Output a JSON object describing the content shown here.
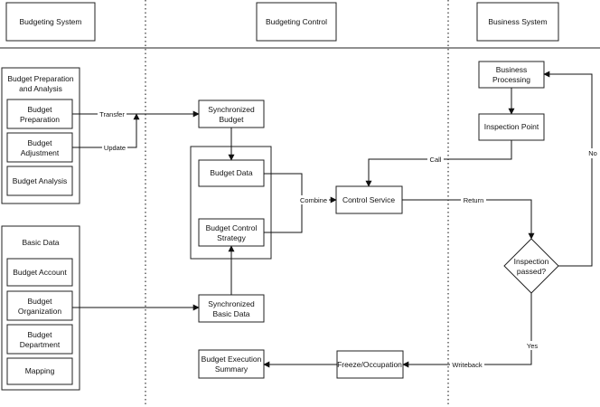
{
  "lanes": {
    "budgeting_system": "Budgeting System",
    "budgeting_control": "Budgeting Control",
    "business_system": "Business System"
  },
  "groups": {
    "prep_analysis": [
      "Budget Preparation",
      "and Analysis"
    ],
    "basic_data": "Basic Data"
  },
  "nodes": {
    "budget_preparation": [
      "Budget",
      "Preparation"
    ],
    "budget_adjustment": [
      "Budget",
      "Adjustment"
    ],
    "budget_analysis": "Budget Analysis",
    "budget_account": "Budget Account",
    "budget_organization": [
      "Budget",
      "Organization"
    ],
    "budget_department": [
      "Budget",
      "Department"
    ],
    "mapping": "Mapping",
    "synced_budget": [
      "Synchronized",
      "Budget"
    ],
    "budget_data": "Budget Data",
    "budget_control_strategy": [
      "Budget Control",
      "Strategy"
    ],
    "synced_basic_data": [
      "Synchronized",
      "Basic Data"
    ],
    "budget_execution_summary": [
      "Budget Execution",
      "Summary"
    ],
    "control_service": "Control Service",
    "freeze_occupation": "Freeze/Occupation",
    "business_processing": [
      "Business",
      "Processing"
    ],
    "inspection_point": "Inspection Point",
    "inspection_passed": [
      "Inspection",
      "passed?"
    ]
  },
  "edges": {
    "transfer": "Transfer",
    "update": "Update",
    "combine": "Combine",
    "call": "Call",
    "return": "Return",
    "no": "No",
    "yes": "Yes",
    "writeback": "Writeback"
  }
}
